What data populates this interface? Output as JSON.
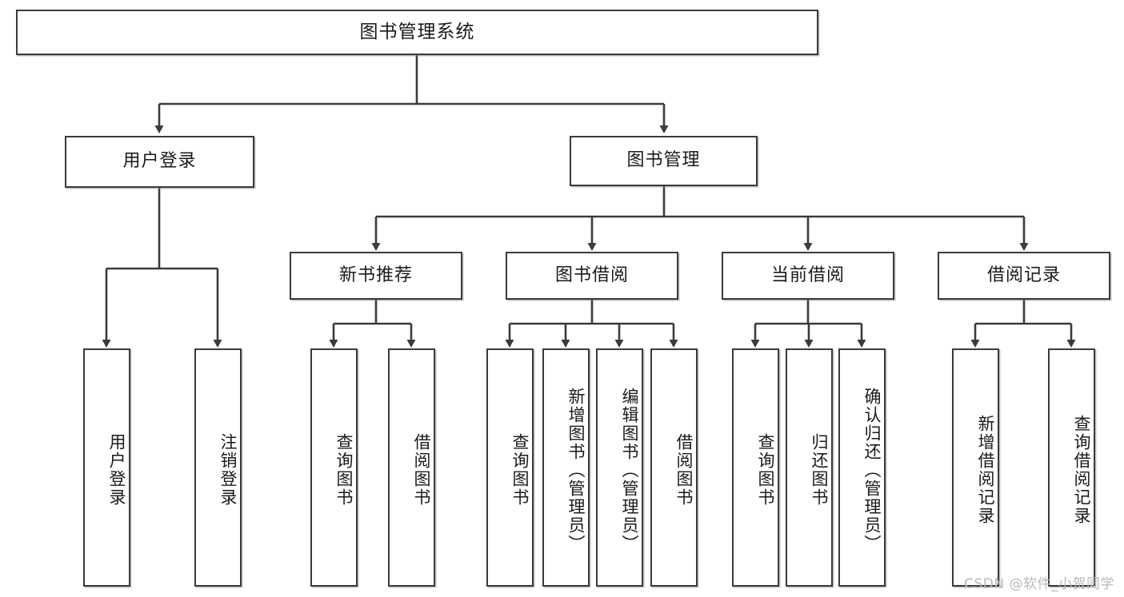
{
  "diagram": {
    "title": "图书管理系统",
    "type": "tree-hierarchy-diagram",
    "root": {
      "label": "图书管理系统"
    },
    "level1": [
      {
        "id": "user-login",
        "label": "用户登录"
      },
      {
        "id": "book-manage",
        "label": "图书管理"
      }
    ],
    "level2": [
      {
        "id": "new-book-rec",
        "label": "新书推荐",
        "parent": "book-manage"
      },
      {
        "id": "book-borrow",
        "label": "图书借阅",
        "parent": "book-manage"
      },
      {
        "id": "current-borrow",
        "label": "当前借阅",
        "parent": "book-manage"
      },
      {
        "id": "borrow-record",
        "label": "借阅记录",
        "parent": "book-manage"
      }
    ],
    "leaves": {
      "user_login": [
        {
          "id": "leaf-user-login",
          "label": "用户登录"
        },
        {
          "id": "leaf-logout",
          "label": "注销登录"
        }
      ],
      "new_book_rec": [
        {
          "id": "leaf-query-book-1",
          "label": "查询图书"
        },
        {
          "id": "leaf-borrow-book-1",
          "label": "借阅图书"
        }
      ],
      "book_borrow": [
        {
          "id": "leaf-query-book-2",
          "label": "查询图书"
        },
        {
          "id": "leaf-add-book",
          "label": "新增图书（管理员）"
        },
        {
          "id": "leaf-edit-book",
          "label": "编辑图书（管理员）"
        },
        {
          "id": "leaf-borrow-book-2",
          "label": "借阅图书"
        }
      ],
      "current_borrow": [
        {
          "id": "leaf-query-book-3",
          "label": "查询图书"
        },
        {
          "id": "leaf-return-book",
          "label": "归还图书"
        },
        {
          "id": "leaf-confirm-return",
          "label": "确认归还（管理员）"
        }
      ],
      "borrow_record": [
        {
          "id": "leaf-add-record",
          "label": "新增借阅记录"
        },
        {
          "id": "leaf-query-record",
          "label": "查询借阅记录"
        }
      ]
    },
    "colors": {
      "stroke": "#3b3b3b",
      "text": "#1a1a1a",
      "background": "#ffffff",
      "watermark": "#b9b9b9"
    }
  },
  "watermark": {
    "text": "CSDN @软件_小贺同学"
  }
}
